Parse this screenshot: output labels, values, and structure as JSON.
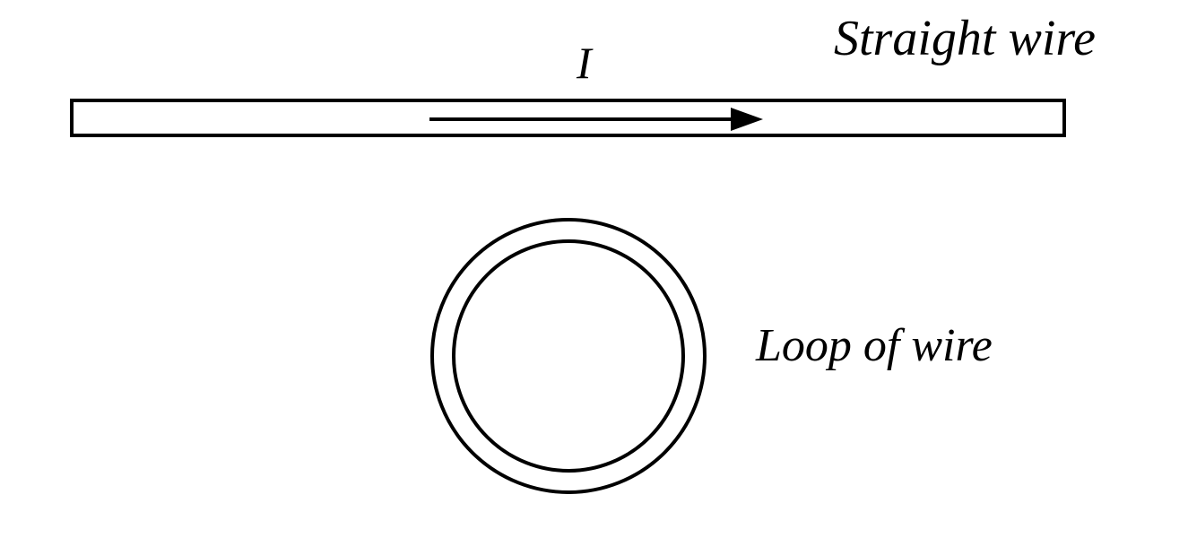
{
  "colors": {
    "line": "#000000",
    "background": "#ffffff"
  },
  "straight_wire": {
    "label": "Straight wire",
    "current_label": "I"
  },
  "loop": {
    "label": "Loop of wire"
  }
}
